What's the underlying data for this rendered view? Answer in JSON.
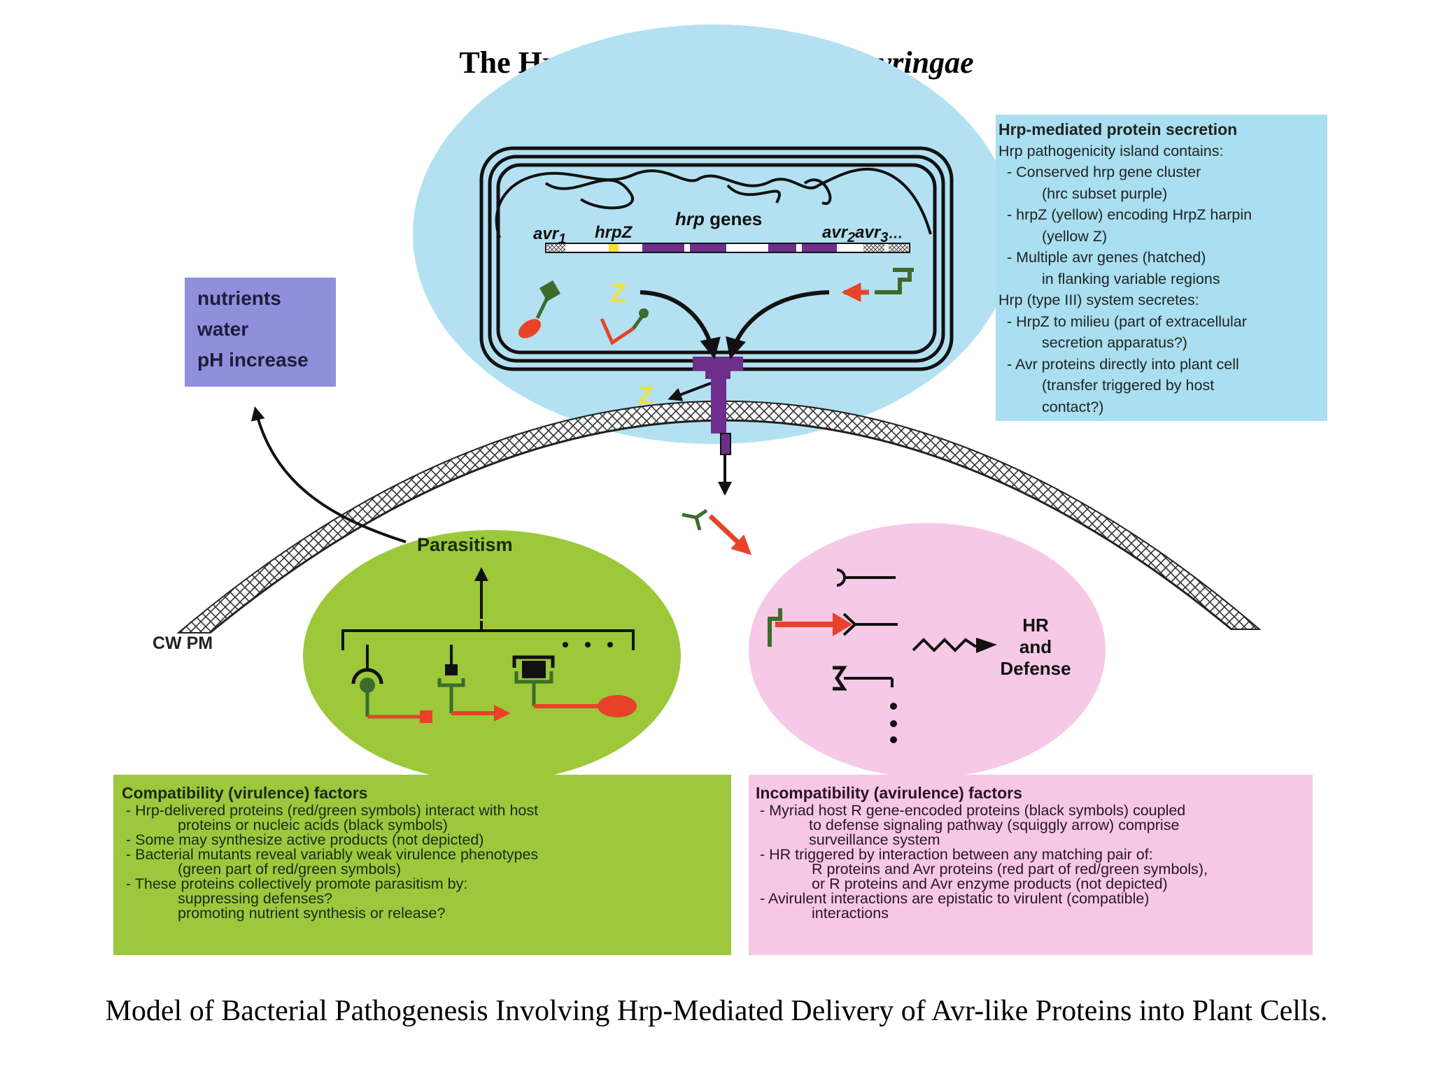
{
  "title": {
    "main": "The Hrp secretion system of ",
    "italic": "P. syringae"
  },
  "caption": "Model of Bacterial Pathogenesis Involving Hrp-Mediated Delivery of Avr-like Proteins into Plant Cells.",
  "diagram": {
    "genes": {
      "avr1": "avr",
      "avr1_sub": "1",
      "hrpZ": "hrpZ",
      "hrp_genes": "hrp  genes",
      "avr2": "avr",
      "avr2_sub": "2",
      "avr3": "avr",
      "avr3_sub": "3···"
    },
    "z_label": "Z",
    "cw_pm": "CW  PM",
    "parasitism": "Parasitism",
    "hr_lines": [
      "HR",
      "and",
      "Defense"
    ],
    "nutrients": [
      "nutrients",
      "water",
      "pH increase"
    ],
    "colors": {
      "bacterium_bg": "#b3e1f2",
      "green_cell": "#9cc83a",
      "pink_cell": "#f6c9e6",
      "purple": "#6e2f8c",
      "red": "#e8422a",
      "dark_green": "#3d6b2c",
      "yellow": "#f2e035"
    }
  },
  "hrp_box": {
    "heading": "Hrp-mediated protein secretion",
    "lines": [
      {
        "text": "Hrp pathogenicity island contains:",
        "indent": 0
      },
      {
        "text": "- Conserved hrp gene cluster",
        "indent": 1
      },
      {
        "text": "(hrc subset purple)",
        "indent": 2
      },
      {
        "text": "- hrpZ (yellow) encoding HrpZ harpin",
        "indent": 1
      },
      {
        "text": "(yellow Z)",
        "indent": 2
      },
      {
        "text": "- Multiple avr genes (hatched)",
        "indent": 1
      },
      {
        "text": "in flanking variable regions",
        "indent": 2
      },
      {
        "text": "Hrp (type III) system secretes:",
        "indent": 0
      },
      {
        "text": "- HrpZ to milieu (part of extracellular",
        "indent": 1
      },
      {
        "text": "secretion apparatus?)",
        "indent": 2
      },
      {
        "text": "- Avr proteins directly into plant cell",
        "indent": 1
      },
      {
        "text": "(transfer triggered by host",
        "indent": 2
      },
      {
        "text": "contact?)",
        "indent": 2
      }
    ]
  },
  "compat_box": {
    "heading": "Compatibility (virulence) factors",
    "lines": [
      {
        "text": "- Hrp-delivered proteins (red/green symbols) interact with host",
        "indent": 1
      },
      {
        "text": "proteins or nucleic acids (black symbols)",
        "indent": 2
      },
      {
        "text": "- Some may synthesize active products (not depicted)",
        "indent": 1
      },
      {
        "text": "- Bacterial mutants reveal variably weak virulence phenotypes",
        "indent": 1
      },
      {
        "text": "(green part of red/green symbols)",
        "indent": 2
      },
      {
        "text": "- These proteins collectively promote parasitism by:",
        "indent": 1
      },
      {
        "text": "suppressing defenses?",
        "indent": 2
      },
      {
        "text": "promoting nutrient synthesis or release?",
        "indent": 2
      }
    ]
  },
  "incompat_box": {
    "heading": "Incompatibility (avirulence) factors",
    "lines": [
      {
        "text": "- Myriad host R  gene-encoded proteins (black symbols) coupled",
        "indent": 1
      },
      {
        "text": "to defense signaling pathway (squiggly arrow) comprise",
        "indent": 2
      },
      {
        "text": "surveillance system",
        "indent": 2
      },
      {
        "text": "- HR triggered by interaction between any matching pair of:",
        "indent": 1
      },
      {
        "text": "R proteins and Avr proteins (red part of red/green symbols),",
        "indent": 3
      },
      {
        "text": "or R proteins and Avr enzyme products (not depicted)",
        "indent": 3
      },
      {
        "text": "- Avirulent interactions are epistatic to virulent (compatible)",
        "indent": 1
      },
      {
        "text": "interactions",
        "indent": 3
      }
    ]
  }
}
